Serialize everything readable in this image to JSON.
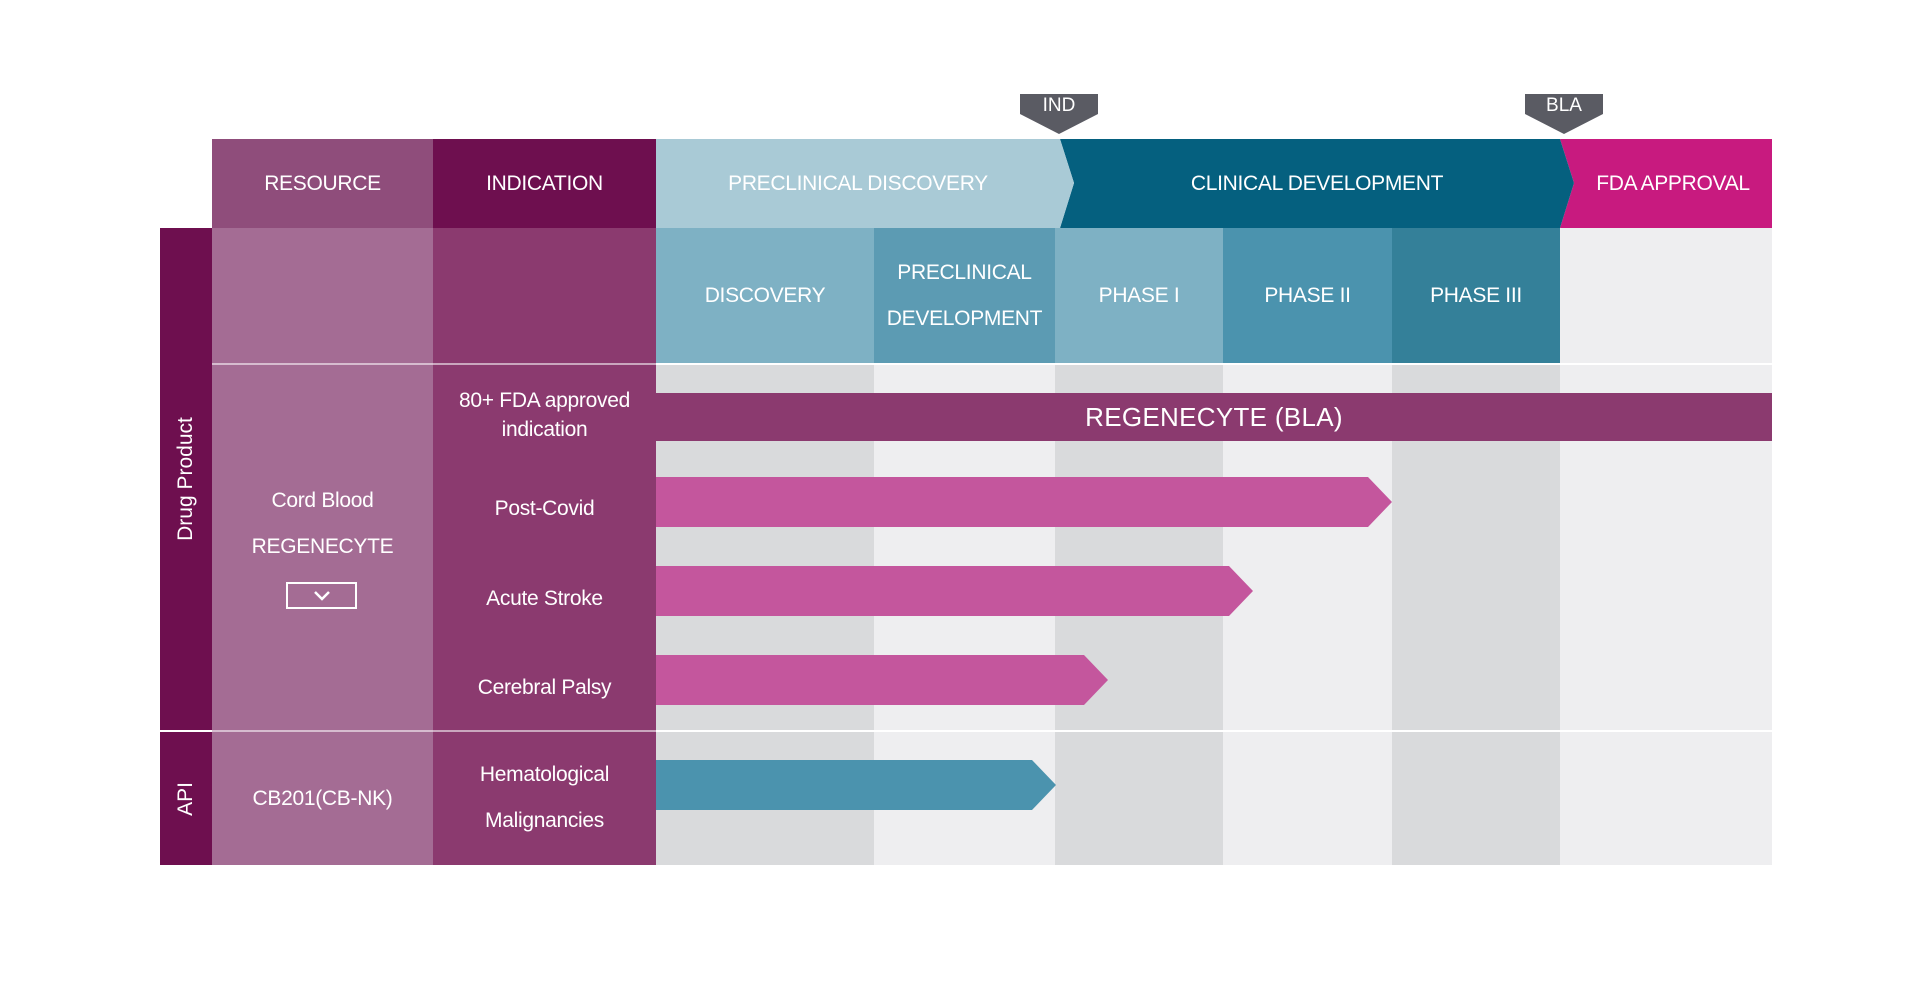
{
  "milestones": {
    "ind": "IND",
    "bla": "BLA"
  },
  "headers": {
    "resource": "RESOURCE",
    "indication": "INDICATION",
    "preclinical_discovery": "PRECLINICAL DISCOVERY",
    "clinical_development": "CLINICAL DEVELOPMENT",
    "fda_approval": "FDA APPROVAL"
  },
  "stages": {
    "discovery": "DISCOVERY",
    "preclinical_line1": "PRECLINICAL",
    "preclinical_line2": "DEVELOPMENT",
    "phase1": "PHASE I",
    "phase2": "PHASE II",
    "phase3": "PHASE III"
  },
  "groups": {
    "drug_product": "Drug Product",
    "api": "API"
  },
  "resources": {
    "cord_blood": "Cord Blood",
    "regenecyte": "REGENECYTE",
    "cb201": "CB201(CB-NK)"
  },
  "indications": {
    "fda_line1": "80+ FDA approved",
    "fda_line2": "indication",
    "post_covid": "Post-Covid",
    "acute_stroke": "Acute Stroke",
    "cerebral_palsy": "Cerebral Palsy",
    "hema_line1": "Hematological",
    "hema_line2": "Malignancies"
  },
  "bars": {
    "regenecyte_bla": "REGENECYTE (BLA)",
    "post_covid_stage": "PHASE II",
    "acute_stroke_stage": "PHASE I",
    "cerebral_palsy_stage": "PRECLINICAL DEVELOPMENT",
    "hema_stage": "PRECLINICAL DEVELOPMENT"
  },
  "colors": {
    "purple_dark": "#6e0f4f",
    "purple_mid": "#8b3a6f",
    "purple_light": "#a46c94",
    "resource_header": "#8f4d7b",
    "magenta": "#c81a7f",
    "pink_bar": "#c4569d",
    "teal_dark": "#05607f",
    "teal_light": "#a9cad6",
    "teal_bar": "#4b93ae",
    "grey_dark": "#d9dadc",
    "grey_light": "#eeeef0",
    "milestone": "#5a5b63"
  }
}
